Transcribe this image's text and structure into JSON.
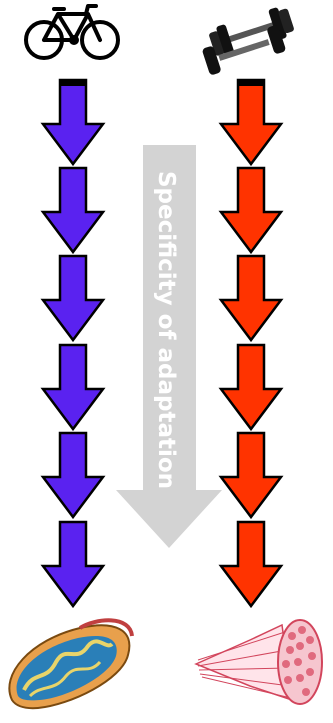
{
  "diagram": {
    "center_label": "Specificity of adaptation",
    "left_column": {
      "top_icon": "bicycle-icon",
      "bottom_icon": "mitochondrion-icon",
      "arrow_color": "#5a22f0",
      "arrow_count": 6
    },
    "right_column": {
      "top_icon": "dumbbell-icon",
      "bottom_icon": "muscle-fiber-icon",
      "arrow_color": "#ff3300",
      "arrow_count": 6
    },
    "center_arrow_color": "#d3d3d3",
    "label_color": "#ffffff"
  }
}
